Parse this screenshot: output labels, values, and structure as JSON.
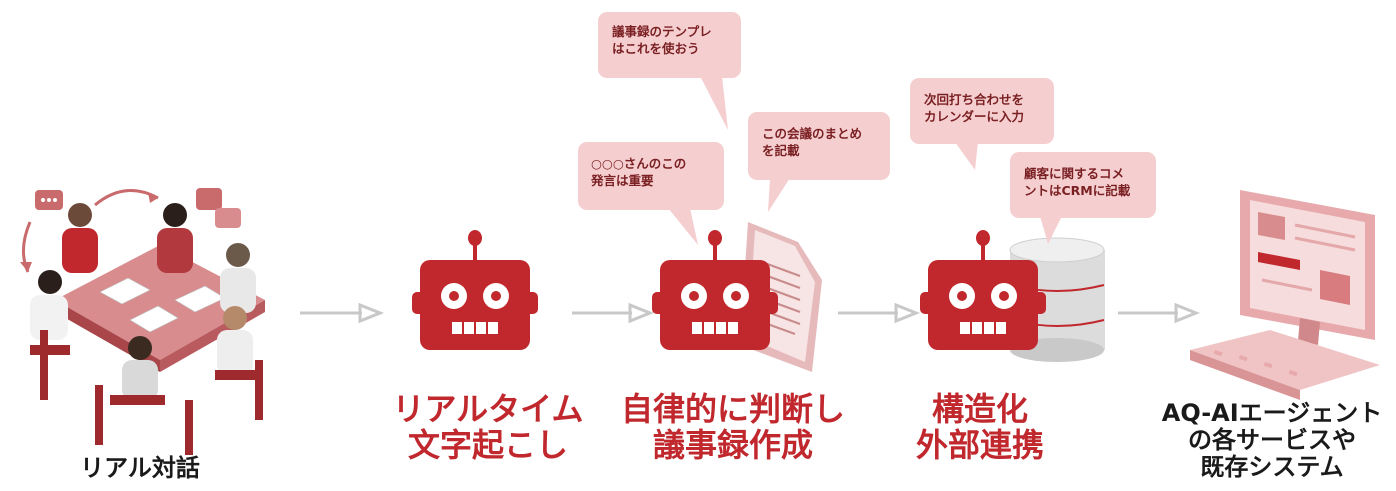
{
  "stages": [
    {
      "caption": "リアル対話"
    },
    {
      "caption": "リアルタイム\n文字起こし"
    },
    {
      "caption": "自律的に判断し\n議事録作成"
    },
    {
      "caption": "構造化\n外部連携"
    },
    {
      "caption": "AQ-AIエージェント\nの各サービスや\n既存システム"
    }
  ],
  "bubbles": [
    {
      "text": "議事録のテンプレ\nはこれを使おう"
    },
    {
      "text": "この会議のまとめ\nを記載"
    },
    {
      "text": "○○○さんのこの\n発言は重要"
    },
    {
      "text": "次回打ち合わせを\nカレンダーに入力"
    },
    {
      "text": "顧客に関するコメ\nントはCRMに記載"
    }
  ],
  "colors": {
    "accent": "#c0282d",
    "bubble": "#f5cfd0",
    "arrow": "#c8c8c8",
    "robot": "#c0282d"
  }
}
